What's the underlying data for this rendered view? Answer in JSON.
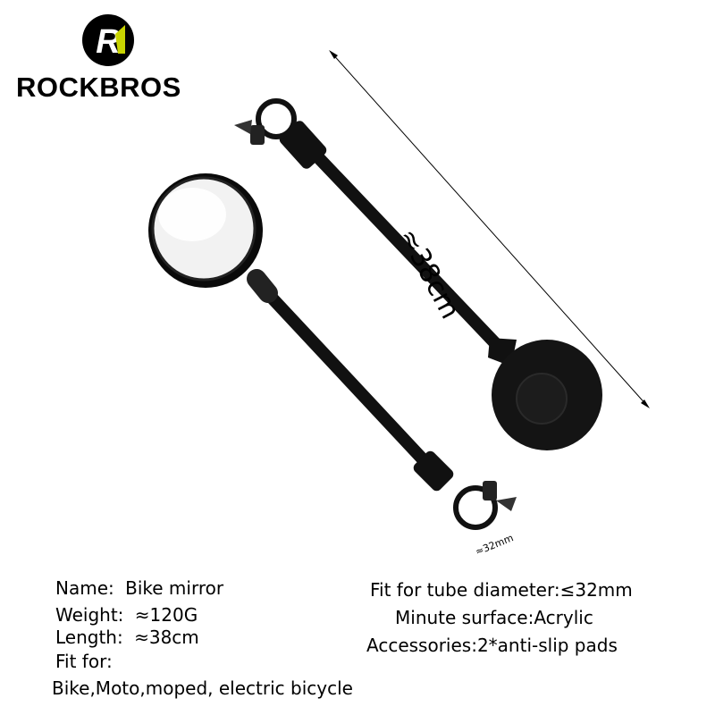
{
  "brand": {
    "name": "ROCKBROS",
    "logo_letter": "R"
  },
  "product": {
    "overall_length_label": "≈38cm",
    "clamp_label": "≈32mm"
  },
  "specs": {
    "name_label": "Name:",
    "name_value": "Bike mirror",
    "weight_label": "Weight:",
    "weight_value": "≈120G",
    "length_label": "Length:",
    "length_value": "≈38cm",
    "fit_for_label": "Fit for:",
    "fit_for_value": "Bike,Moto,moped, electric bicycle",
    "tube_diameter": "Fit for tube diameter:≤32mm",
    "mirror_surface": "Minute surface:Acrylic",
    "accessories": "Accessories:2*anti-slip pads"
  }
}
